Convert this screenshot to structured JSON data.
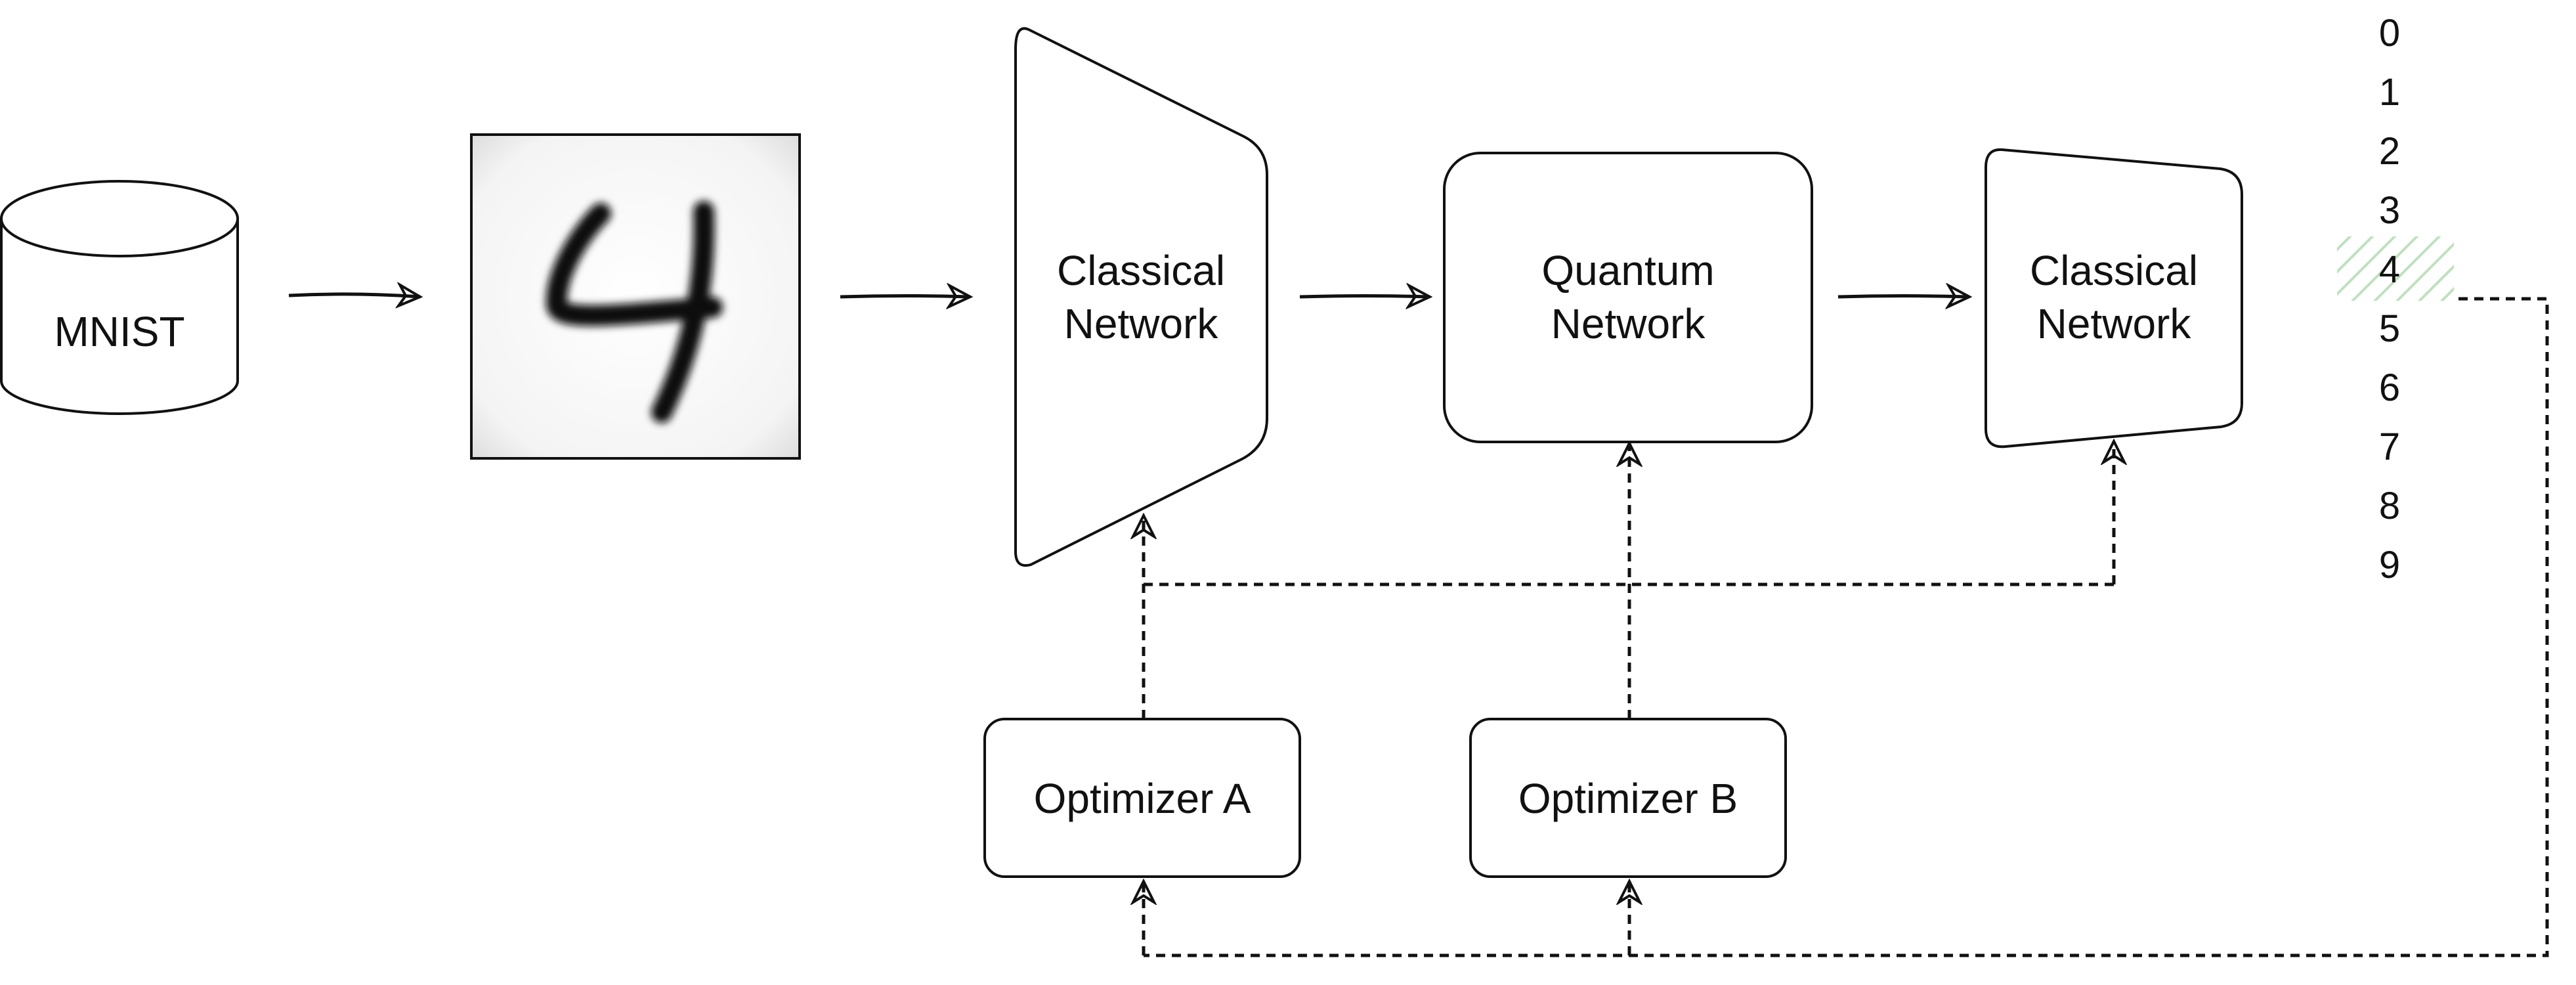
{
  "dataset": {
    "label": "MNIST"
  },
  "input_image": {
    "digit": "4"
  },
  "classical_network_1": {
    "line1": "Classical",
    "line2": "Network"
  },
  "quantum_network": {
    "line1": "Quantum",
    "line2": "Network"
  },
  "classical_network_2": {
    "line1": "Classical",
    "line2": "Network"
  },
  "optimizer_a": {
    "label": "Optimizer A"
  },
  "optimizer_b": {
    "label": "Optimizer B"
  },
  "output_classes": [
    "0",
    "1",
    "2",
    "3",
    "4",
    "5",
    "6",
    "7",
    "8",
    "9"
  ],
  "highlight": {
    "color": "#b9dcb9"
  }
}
